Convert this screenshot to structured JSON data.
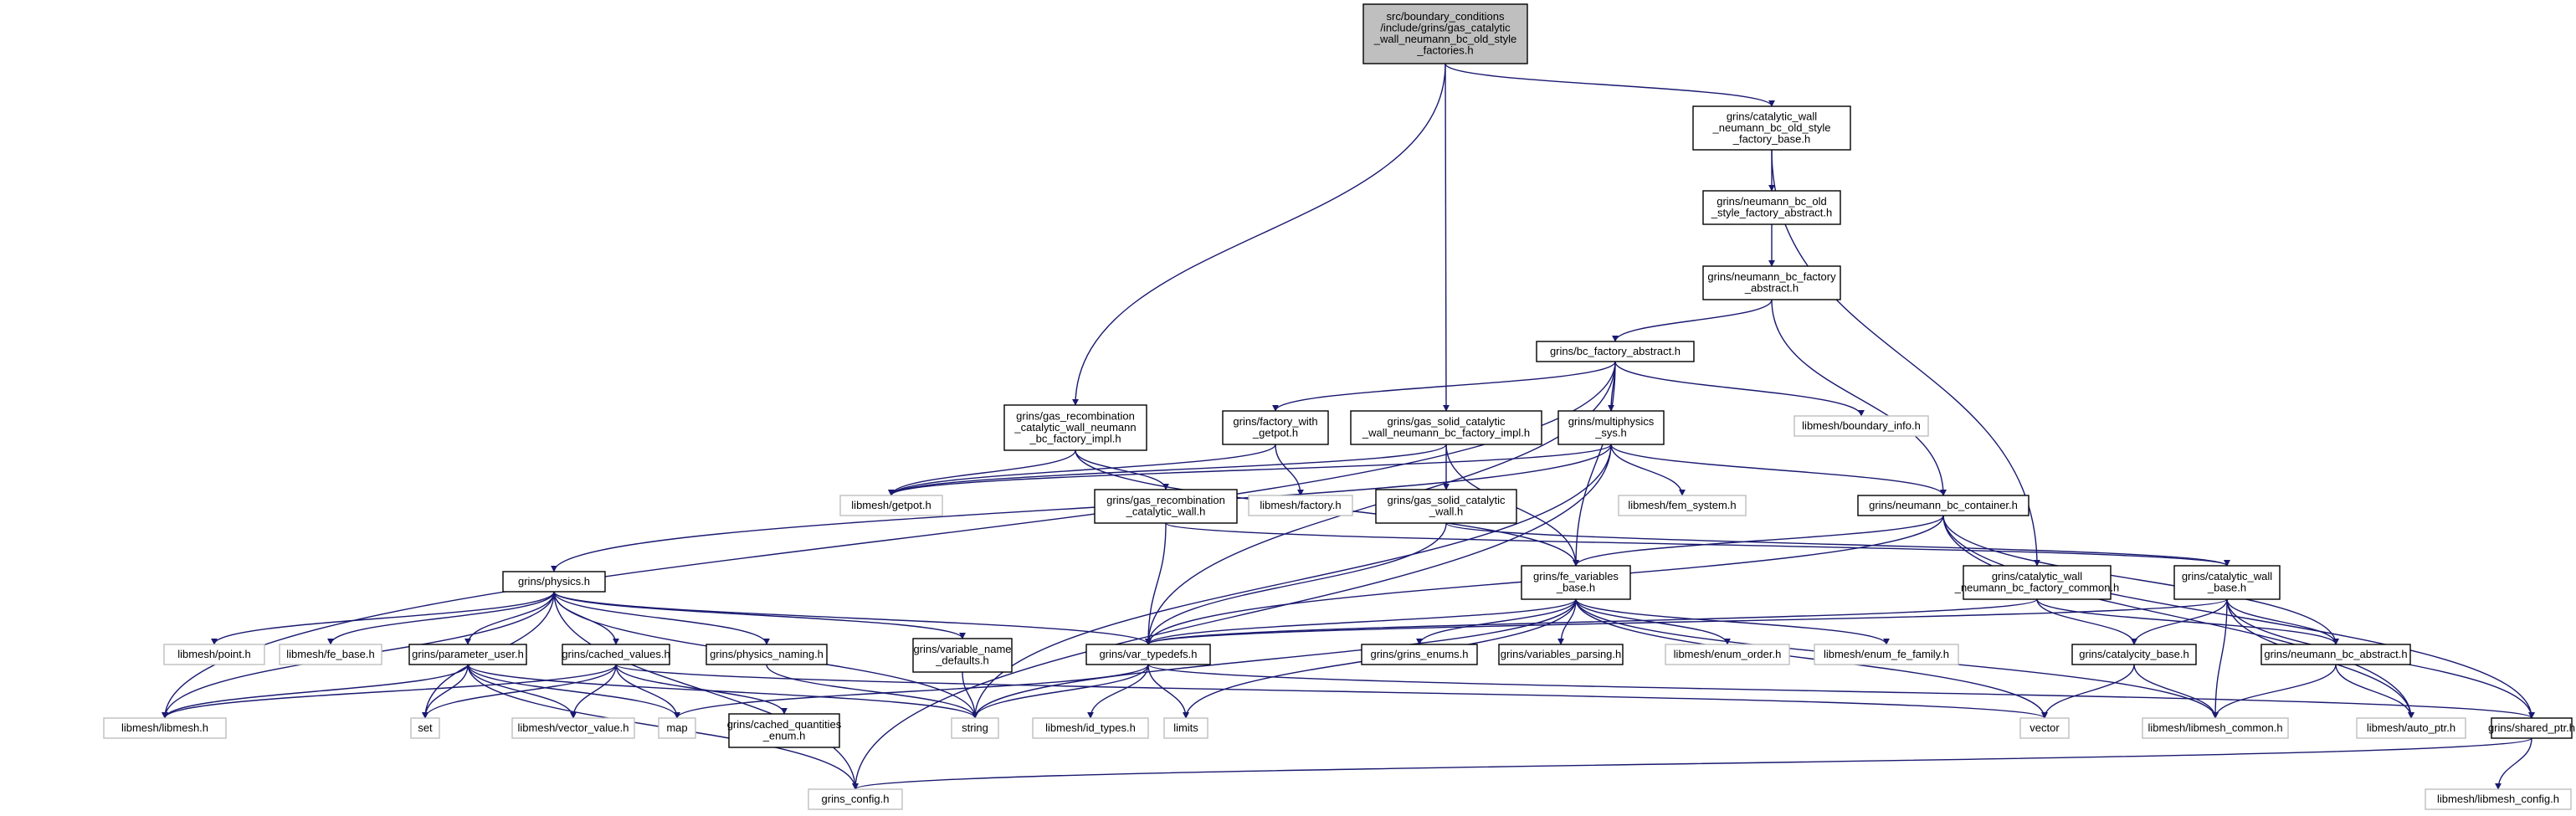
{
  "diagram": {
    "type": "include-dependency-graph",
    "edge_color": "#191970",
    "root_fill": "#bfbfbf",
    "internal_border": "#000000",
    "external_border": "#bfbfbf",
    "nodes": [
      {
        "id": "root",
        "kind": "root",
        "lines": [
          "src/boundary_conditions",
          "/include/grins/gas_catalytic",
          "_wall_neumann_bc_old_style",
          "_factories.h"
        ]
      },
      {
        "id": "cw_factory_base",
        "kind": "internal",
        "lines": [
          "grins/catalytic_wall",
          "_neumann_bc_old_style",
          "_factory_base.h"
        ]
      },
      {
        "id": "nbc_old_style_abs",
        "kind": "internal",
        "lines": [
          "grins/neumann_bc_old",
          "_style_factory_abstract.h"
        ]
      },
      {
        "id": "nbc_factory_abs",
        "kind": "internal",
        "lines": [
          "grins/neumann_bc_factory",
          "_abstract.h"
        ]
      },
      {
        "id": "bc_factory_abs",
        "kind": "internal",
        "lines": [
          "grins/bc_factory_abstract.h"
        ]
      },
      {
        "id": "gas_recomb_impl",
        "kind": "internal",
        "lines": [
          "grins/gas_recombination",
          "_catalytic_wall_neumann",
          "_bc_factory_impl.h"
        ]
      },
      {
        "id": "factory_getpot",
        "kind": "internal",
        "lines": [
          "grins/factory_with",
          "_getpot.h"
        ]
      },
      {
        "id": "gas_solid_impl",
        "kind": "internal",
        "lines": [
          "grins/gas_solid_catalytic",
          "_wall_neumann_bc_factory_impl.h"
        ]
      },
      {
        "id": "multiphysics",
        "kind": "internal",
        "lines": [
          "grins/multiphysics",
          "_sys.h"
        ]
      },
      {
        "id": "boundary_info",
        "kind": "external",
        "lines": [
          "libmesh/boundary_info.h"
        ]
      },
      {
        "id": "getpot",
        "kind": "external",
        "lines": [
          "libmesh/getpot.h"
        ]
      },
      {
        "id": "factory_h",
        "kind": "external",
        "lines": [
          "libmesh/factory.h"
        ]
      },
      {
        "id": "gas_recomb_cw",
        "kind": "internal",
        "lines": [
          "grins/gas_recombination",
          "_catalytic_wall.h"
        ]
      },
      {
        "id": "gas_solid_cw",
        "kind": "internal",
        "lines": [
          "grins/gas_solid_catalytic",
          "_wall.h"
        ]
      },
      {
        "id": "fem_system",
        "kind": "external",
        "lines": [
          "libmesh/fem_system.h"
        ]
      },
      {
        "id": "nbc_container",
        "kind": "internal",
        "lines": [
          "grins/neumann_bc_container.h"
        ]
      },
      {
        "id": "physics",
        "kind": "internal",
        "lines": [
          "grins/physics.h"
        ]
      },
      {
        "id": "fe_vars_base",
        "kind": "internal",
        "lines": [
          "grins/fe_variables",
          "_base.h"
        ]
      },
      {
        "id": "cw_common",
        "kind": "internal",
        "lines": [
          "grins/catalytic_wall",
          "_neumann_bc_factory_common.h"
        ]
      },
      {
        "id": "cw_base",
        "kind": "internal",
        "lines": [
          "grins/catalytic_wall",
          "_base.h"
        ]
      },
      {
        "id": "point",
        "kind": "external",
        "lines": [
          "libmesh/point.h"
        ]
      },
      {
        "id": "fe_base",
        "kind": "external",
        "lines": [
          "libmesh/fe_base.h"
        ]
      },
      {
        "id": "param_user",
        "kind": "internal",
        "lines": [
          "grins/parameter_user.h"
        ]
      },
      {
        "id": "cached_values",
        "kind": "internal",
        "lines": [
          "grins/cached_values.h"
        ]
      },
      {
        "id": "physics_naming",
        "kind": "internal",
        "lines": [
          "grins/physics_naming.h"
        ]
      },
      {
        "id": "var_name_defaults",
        "kind": "internal",
        "lines": [
          "grins/variable_name",
          "_defaults.h"
        ]
      },
      {
        "id": "var_typedefs",
        "kind": "internal",
        "lines": [
          "grins/var_typedefs.h"
        ]
      },
      {
        "id": "grins_enums",
        "kind": "internal",
        "lines": [
          "grins/grins_enums.h"
        ]
      },
      {
        "id": "vars_parsing",
        "kind": "internal",
        "lines": [
          "grins/variables_parsing.h"
        ]
      },
      {
        "id": "enum_order",
        "kind": "external",
        "lines": [
          "libmesh/enum_order.h"
        ]
      },
      {
        "id": "enum_fe_family",
        "kind": "external",
        "lines": [
          "libmesh/enum_fe_family.h"
        ]
      },
      {
        "id": "catalycity_base",
        "kind": "internal",
        "lines": [
          "grins/catalycity_base.h"
        ]
      },
      {
        "id": "nbc_abstract",
        "kind": "internal",
        "lines": [
          "grins/neumann_bc_abstract.h"
        ]
      },
      {
        "id": "libmesh_h",
        "kind": "external",
        "lines": [
          "libmesh/libmesh.h"
        ]
      },
      {
        "id": "set",
        "kind": "external",
        "lines": [
          "set"
        ]
      },
      {
        "id": "vector_value",
        "kind": "external",
        "lines": [
          "libmesh/vector_value.h"
        ]
      },
      {
        "id": "map",
        "kind": "external",
        "lines": [
          "map"
        ]
      },
      {
        "id": "cached_q_enum",
        "kind": "internal",
        "lines": [
          "grins/cached_quantities",
          "_enum.h"
        ]
      },
      {
        "id": "string",
        "kind": "external",
        "lines": [
          "string"
        ]
      },
      {
        "id": "id_types",
        "kind": "external",
        "lines": [
          "libmesh/id_types.h"
        ]
      },
      {
        "id": "limits",
        "kind": "external",
        "lines": [
          "limits"
        ]
      },
      {
        "id": "vector",
        "kind": "external",
        "lines": [
          "vector"
        ]
      },
      {
        "id": "libmesh_common",
        "kind": "external",
        "lines": [
          "libmesh/libmesh_common.h"
        ]
      },
      {
        "id": "auto_ptr",
        "kind": "external",
        "lines": [
          "libmesh/auto_ptr.h"
        ]
      },
      {
        "id": "shared_ptr",
        "kind": "internal",
        "lines": [
          "grins/shared_ptr.h"
        ]
      },
      {
        "id": "grins_config",
        "kind": "external",
        "lines": [
          "grins_config.h"
        ]
      },
      {
        "id": "libmesh_config",
        "kind": "external",
        "lines": [
          "libmesh/libmesh_config.h"
        ]
      }
    ],
    "edges": [
      [
        "root",
        "cw_factory_base"
      ],
      [
        "root",
        "gas_recomb_impl"
      ],
      [
        "root",
        "gas_solid_impl"
      ],
      [
        "cw_factory_base",
        "nbc_old_style_abs"
      ],
      [
        "cw_factory_base",
        "cw_common"
      ],
      [
        "nbc_old_style_abs",
        "nbc_factory_abs"
      ],
      [
        "nbc_factory_abs",
        "bc_factory_abs"
      ],
      [
        "nbc_factory_abs",
        "nbc_container"
      ],
      [
        "bc_factory_abs",
        "factory_getpot"
      ],
      [
        "bc_factory_abs",
        "multiphysics"
      ],
      [
        "bc_factory_abs",
        "boundary_info"
      ],
      [
        "bc_factory_abs",
        "libmesh_h"
      ],
      [
        "bc_factory_abs",
        "var_typedefs"
      ],
      [
        "bc_factory_abs",
        "fe_vars_base"
      ],
      [
        "gas_recomb_impl",
        "getpot"
      ],
      [
        "gas_recomb_impl",
        "gas_recomb_cw"
      ],
      [
        "gas_recomb_impl",
        "fe_vars_base"
      ],
      [
        "factory_getpot",
        "getpot"
      ],
      [
        "factory_getpot",
        "factory_h"
      ],
      [
        "gas_solid_impl",
        "getpot"
      ],
      [
        "gas_solid_impl",
        "gas_solid_cw"
      ],
      [
        "gas_solid_impl",
        "fe_vars_base"
      ],
      [
        "multiphysics",
        "getpot"
      ],
      [
        "multiphysics",
        "fem_system"
      ],
      [
        "multiphysics",
        "nbc_container"
      ],
      [
        "multiphysics",
        "physics"
      ],
      [
        "multiphysics",
        "string"
      ],
      [
        "multiphysics",
        "grins_config"
      ],
      [
        "gas_recomb_cw",
        "var_typedefs"
      ],
      [
        "gas_recomb_cw",
        "cw_base"
      ],
      [
        "gas_solid_cw",
        "var_typedefs"
      ],
      [
        "gas_solid_cw",
        "cw_base"
      ],
      [
        "nbc_container",
        "fe_vars_base"
      ],
      [
        "nbc_container",
        "var_typedefs"
      ],
      [
        "nbc_container",
        "nbc_abstract"
      ],
      [
        "nbc_container",
        "shared_ptr"
      ],
      [
        "nbc_container",
        "auto_ptr"
      ],
      [
        "physics",
        "libmesh_h"
      ],
      [
        "physics",
        "point"
      ],
      [
        "physics",
        "fe_base"
      ],
      [
        "physics",
        "param_user"
      ],
      [
        "physics",
        "cached_values"
      ],
      [
        "physics",
        "physics_naming"
      ],
      [
        "physics",
        "var_name_defaults"
      ],
      [
        "physics",
        "var_typedefs"
      ],
      [
        "physics",
        "string"
      ],
      [
        "physics",
        "set"
      ],
      [
        "physics",
        "grins_config"
      ],
      [
        "fe_vars_base",
        "var_typedefs"
      ],
      [
        "fe_vars_base",
        "grins_enums"
      ],
      [
        "fe_vars_base",
        "vars_parsing"
      ],
      [
        "fe_vars_base",
        "enum_order"
      ],
      [
        "fe_vars_base",
        "enum_fe_family"
      ],
      [
        "fe_vars_base",
        "vector"
      ],
      [
        "fe_vars_base",
        "libmesh_common"
      ],
      [
        "fe_vars_base",
        "string"
      ],
      [
        "fe_vars_base",
        "limits"
      ],
      [
        "cw_common",
        "var_typedefs"
      ],
      [
        "cw_common",
        "catalycity_base"
      ],
      [
        "cw_common",
        "nbc_abstract"
      ],
      [
        "cw_base",
        "var_typedefs"
      ],
      [
        "cw_base",
        "catalycity_base"
      ],
      [
        "cw_base",
        "nbc_abstract"
      ],
      [
        "cw_base",
        "libmesh_common"
      ],
      [
        "cw_base",
        "auto_ptr"
      ],
      [
        "cw_base",
        "shared_ptr"
      ],
      [
        "param_user",
        "libmesh_h"
      ],
      [
        "param_user",
        "set"
      ],
      [
        "param_user",
        "vector_value"
      ],
      [
        "param_user",
        "map"
      ],
      [
        "param_user",
        "string"
      ],
      [
        "param_user",
        "grins_config"
      ],
      [
        "cached_values",
        "libmesh_h"
      ],
      [
        "cached_values",
        "set"
      ],
      [
        "cached_values",
        "vector_value"
      ],
      [
        "cached_values",
        "map"
      ],
      [
        "cached_values",
        "cached_q_enum"
      ],
      [
        "cached_values",
        "vector"
      ],
      [
        "physics_naming",
        "string"
      ],
      [
        "var_name_defaults",
        "string"
      ],
      [
        "var_typedefs",
        "string"
      ],
      [
        "var_typedefs",
        "id_types"
      ],
      [
        "var_typedefs",
        "limits"
      ],
      [
        "var_typedefs",
        "map"
      ],
      [
        "var_typedefs",
        "shared_ptr"
      ],
      [
        "catalycity_base",
        "vector"
      ],
      [
        "catalycity_base",
        "libmesh_common"
      ],
      [
        "nbc_abstract",
        "libmesh_common"
      ],
      [
        "nbc_abstract",
        "auto_ptr"
      ],
      [
        "shared_ptr",
        "grins_config"
      ],
      [
        "shared_ptr",
        "libmesh_config"
      ]
    ]
  }
}
